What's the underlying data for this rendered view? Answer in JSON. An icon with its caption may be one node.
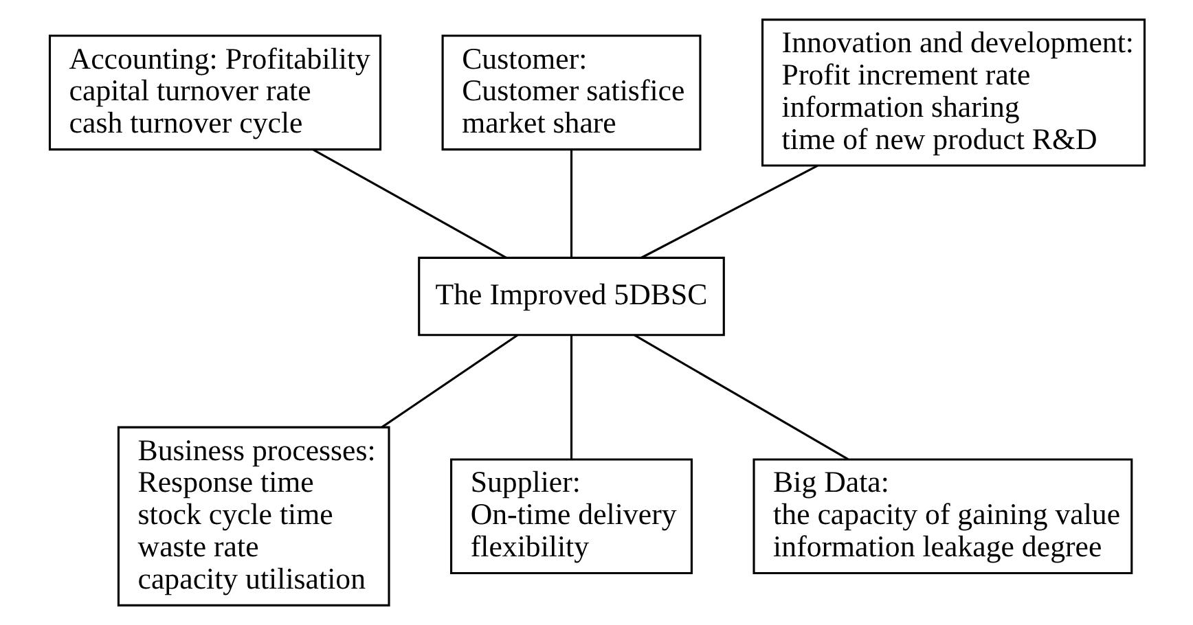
{
  "diagram": {
    "nodes": [
      {
        "text": [
          "Accounting: Profitability",
          "capital turnover rate",
          "cash turnover cycle"
        ]
      },
      {
        "text": [
          "Customer:",
          "Customer satisfice",
          "market share"
        ]
      },
      {
        "text": [
          "Innovation and development:",
          "Profit increment rate",
          "information sharing",
          "time of new product R&D"
        ]
      },
      {
        "text": [
          "The Improved 5DBSC"
        ]
      },
      {
        "text": [
          "Business processes:",
          "Response time",
          "stock cycle time",
          "waste rate",
          "capacity utilisation"
        ]
      },
      {
        "text": [
          "Supplier:",
          "On-time delivery",
          "flexibility"
        ]
      },
      {
        "text": [
          "Big Data:",
          "the capacity of gaining value",
          "information leakage degree"
        ]
      }
    ],
    "edges": [
      {
        "from": 0,
        "to": 3,
        "arrow": "none"
      },
      {
        "from": 1,
        "to": 3,
        "arrow": "none"
      },
      {
        "from": 2,
        "to": 3,
        "arrow": "none"
      },
      {
        "from": 3,
        "to": 4,
        "arrow": "none"
      },
      {
        "from": 3,
        "to": 5,
        "arrow": "none"
      },
      {
        "from": 3,
        "to": 6,
        "arrow": "none"
      }
    ]
  }
}
